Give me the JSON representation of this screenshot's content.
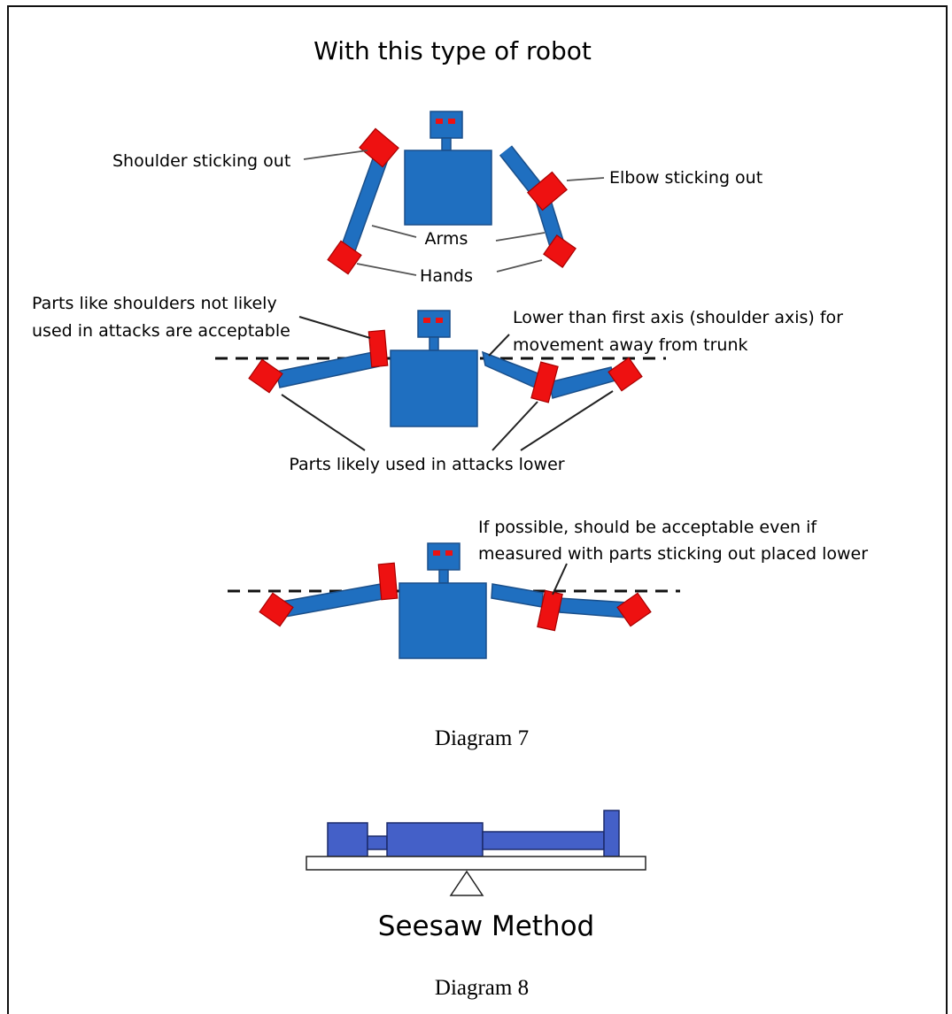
{
  "title": "With this type of robot",
  "diagram7": {
    "labels": {
      "shoulder_sticking_out": "Shoulder sticking out",
      "elbow_sticking_out": "Elbow sticking out",
      "arms": "Arms",
      "hands": "Hands",
      "shoulders_acceptable_line1": "Parts like shoulders not likely",
      "shoulders_acceptable_line2": "used in attacks are acceptable",
      "lower_axis_line1": "Lower than first axis (shoulder axis) for",
      "lower_axis_line2": "movement away from trunk",
      "parts_attacks_lower": "Parts likely used in attacks lower",
      "if_possible_line1": "If possible, should be acceptable even if",
      "if_possible_line2": "measured with parts sticking out placed lower"
    },
    "caption": "Diagram 7"
  },
  "diagram8": {
    "title": "Seesaw Method",
    "caption": "Diagram 8"
  },
  "colors": {
    "robot_body": "#1f6fc0",
    "joint": "#ee1111",
    "seesaw_block": "#4460c8"
  }
}
